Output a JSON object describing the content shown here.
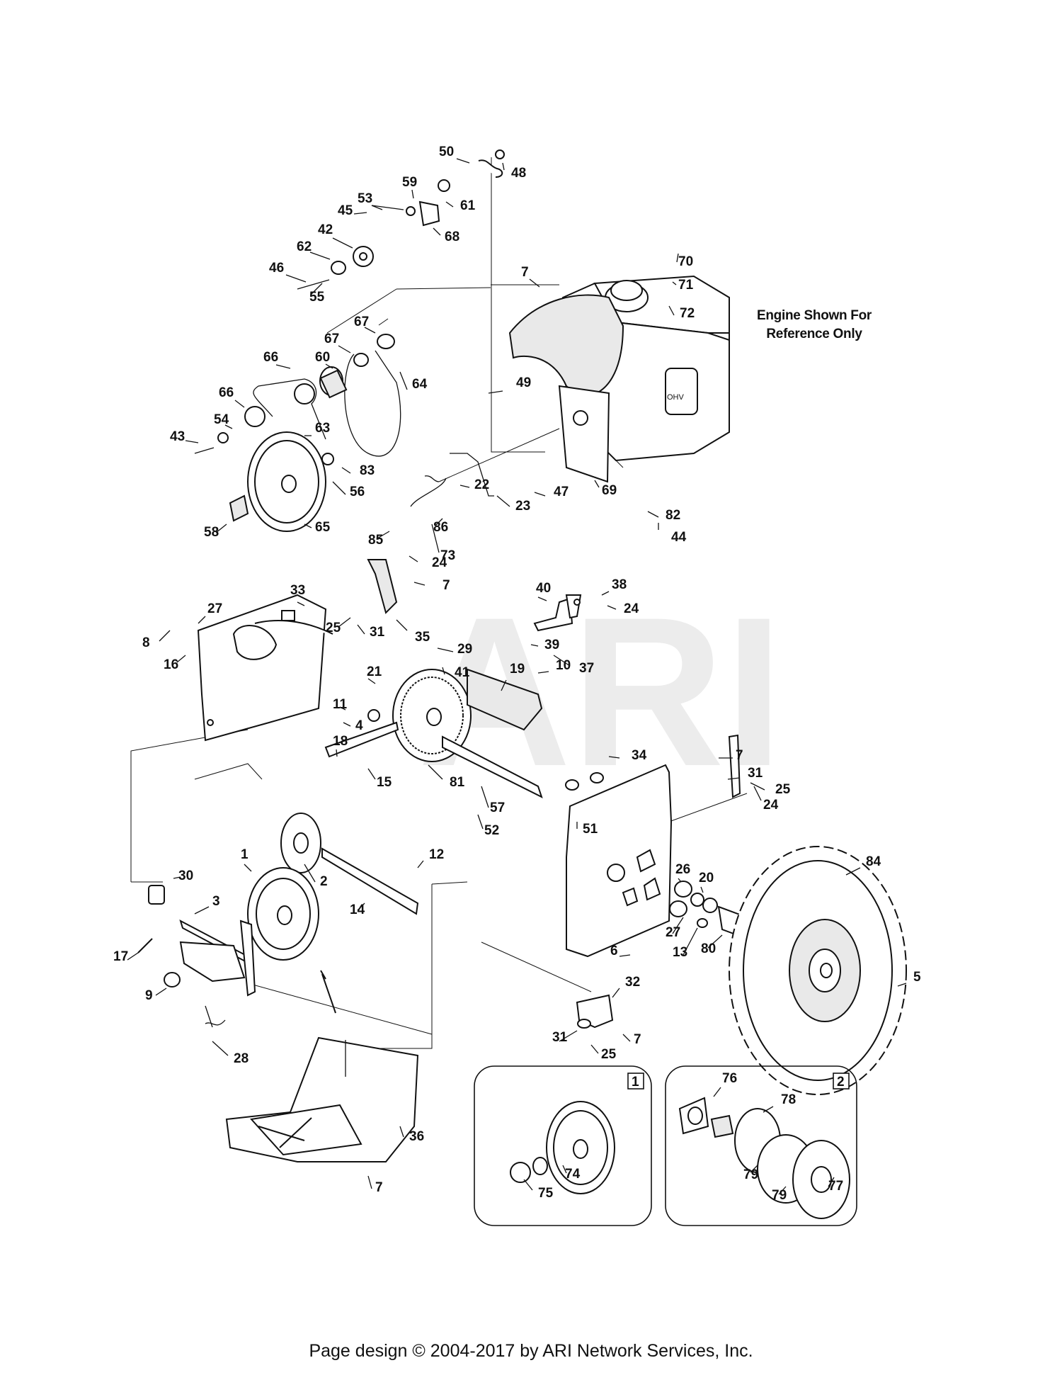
{
  "watermark": "ARI",
  "engine_note": {
    "line1": "Engine Shown For",
    "line2": "Reference Only"
  },
  "inset_tags": [
    "1",
    "2"
  ],
  "callouts": [
    "50",
    "48",
    "59",
    "53",
    "45",
    "61",
    "68",
    "42",
    "62",
    "46",
    "55",
    "7",
    "70",
    "71",
    "72",
    "67",
    "67",
    "60",
    "64",
    "49",
    "66",
    "66",
    "54",
    "43",
    "63",
    "83",
    "56",
    "58",
    "65",
    "22",
    "23",
    "47",
    "69",
    "82",
    "44",
    "85",
    "86",
    "73",
    "24",
    "7",
    "33",
    "27",
    "8",
    "16",
    "25",
    "31",
    "35",
    "40",
    "38",
    "24",
    "29",
    "37",
    "39",
    "10",
    "21",
    "41",
    "19",
    "11",
    "4",
    "18",
    "15",
    "81",
    "57",
    "52",
    "51",
    "34",
    "7",
    "31",
    "25",
    "24",
    "1",
    "2",
    "30",
    "3",
    "12",
    "14",
    "26",
    "20",
    "84",
    "17",
    "9",
    "27",
    "13",
    "80",
    "6",
    "5",
    "32",
    "31",
    "7",
    "25",
    "28",
    "76",
    "78",
    "36",
    "74",
    "79",
    "79",
    "77",
    "75",
    "7"
  ],
  "copyright": "Page design © 2004-2017 by ARI Network Services, Inc."
}
